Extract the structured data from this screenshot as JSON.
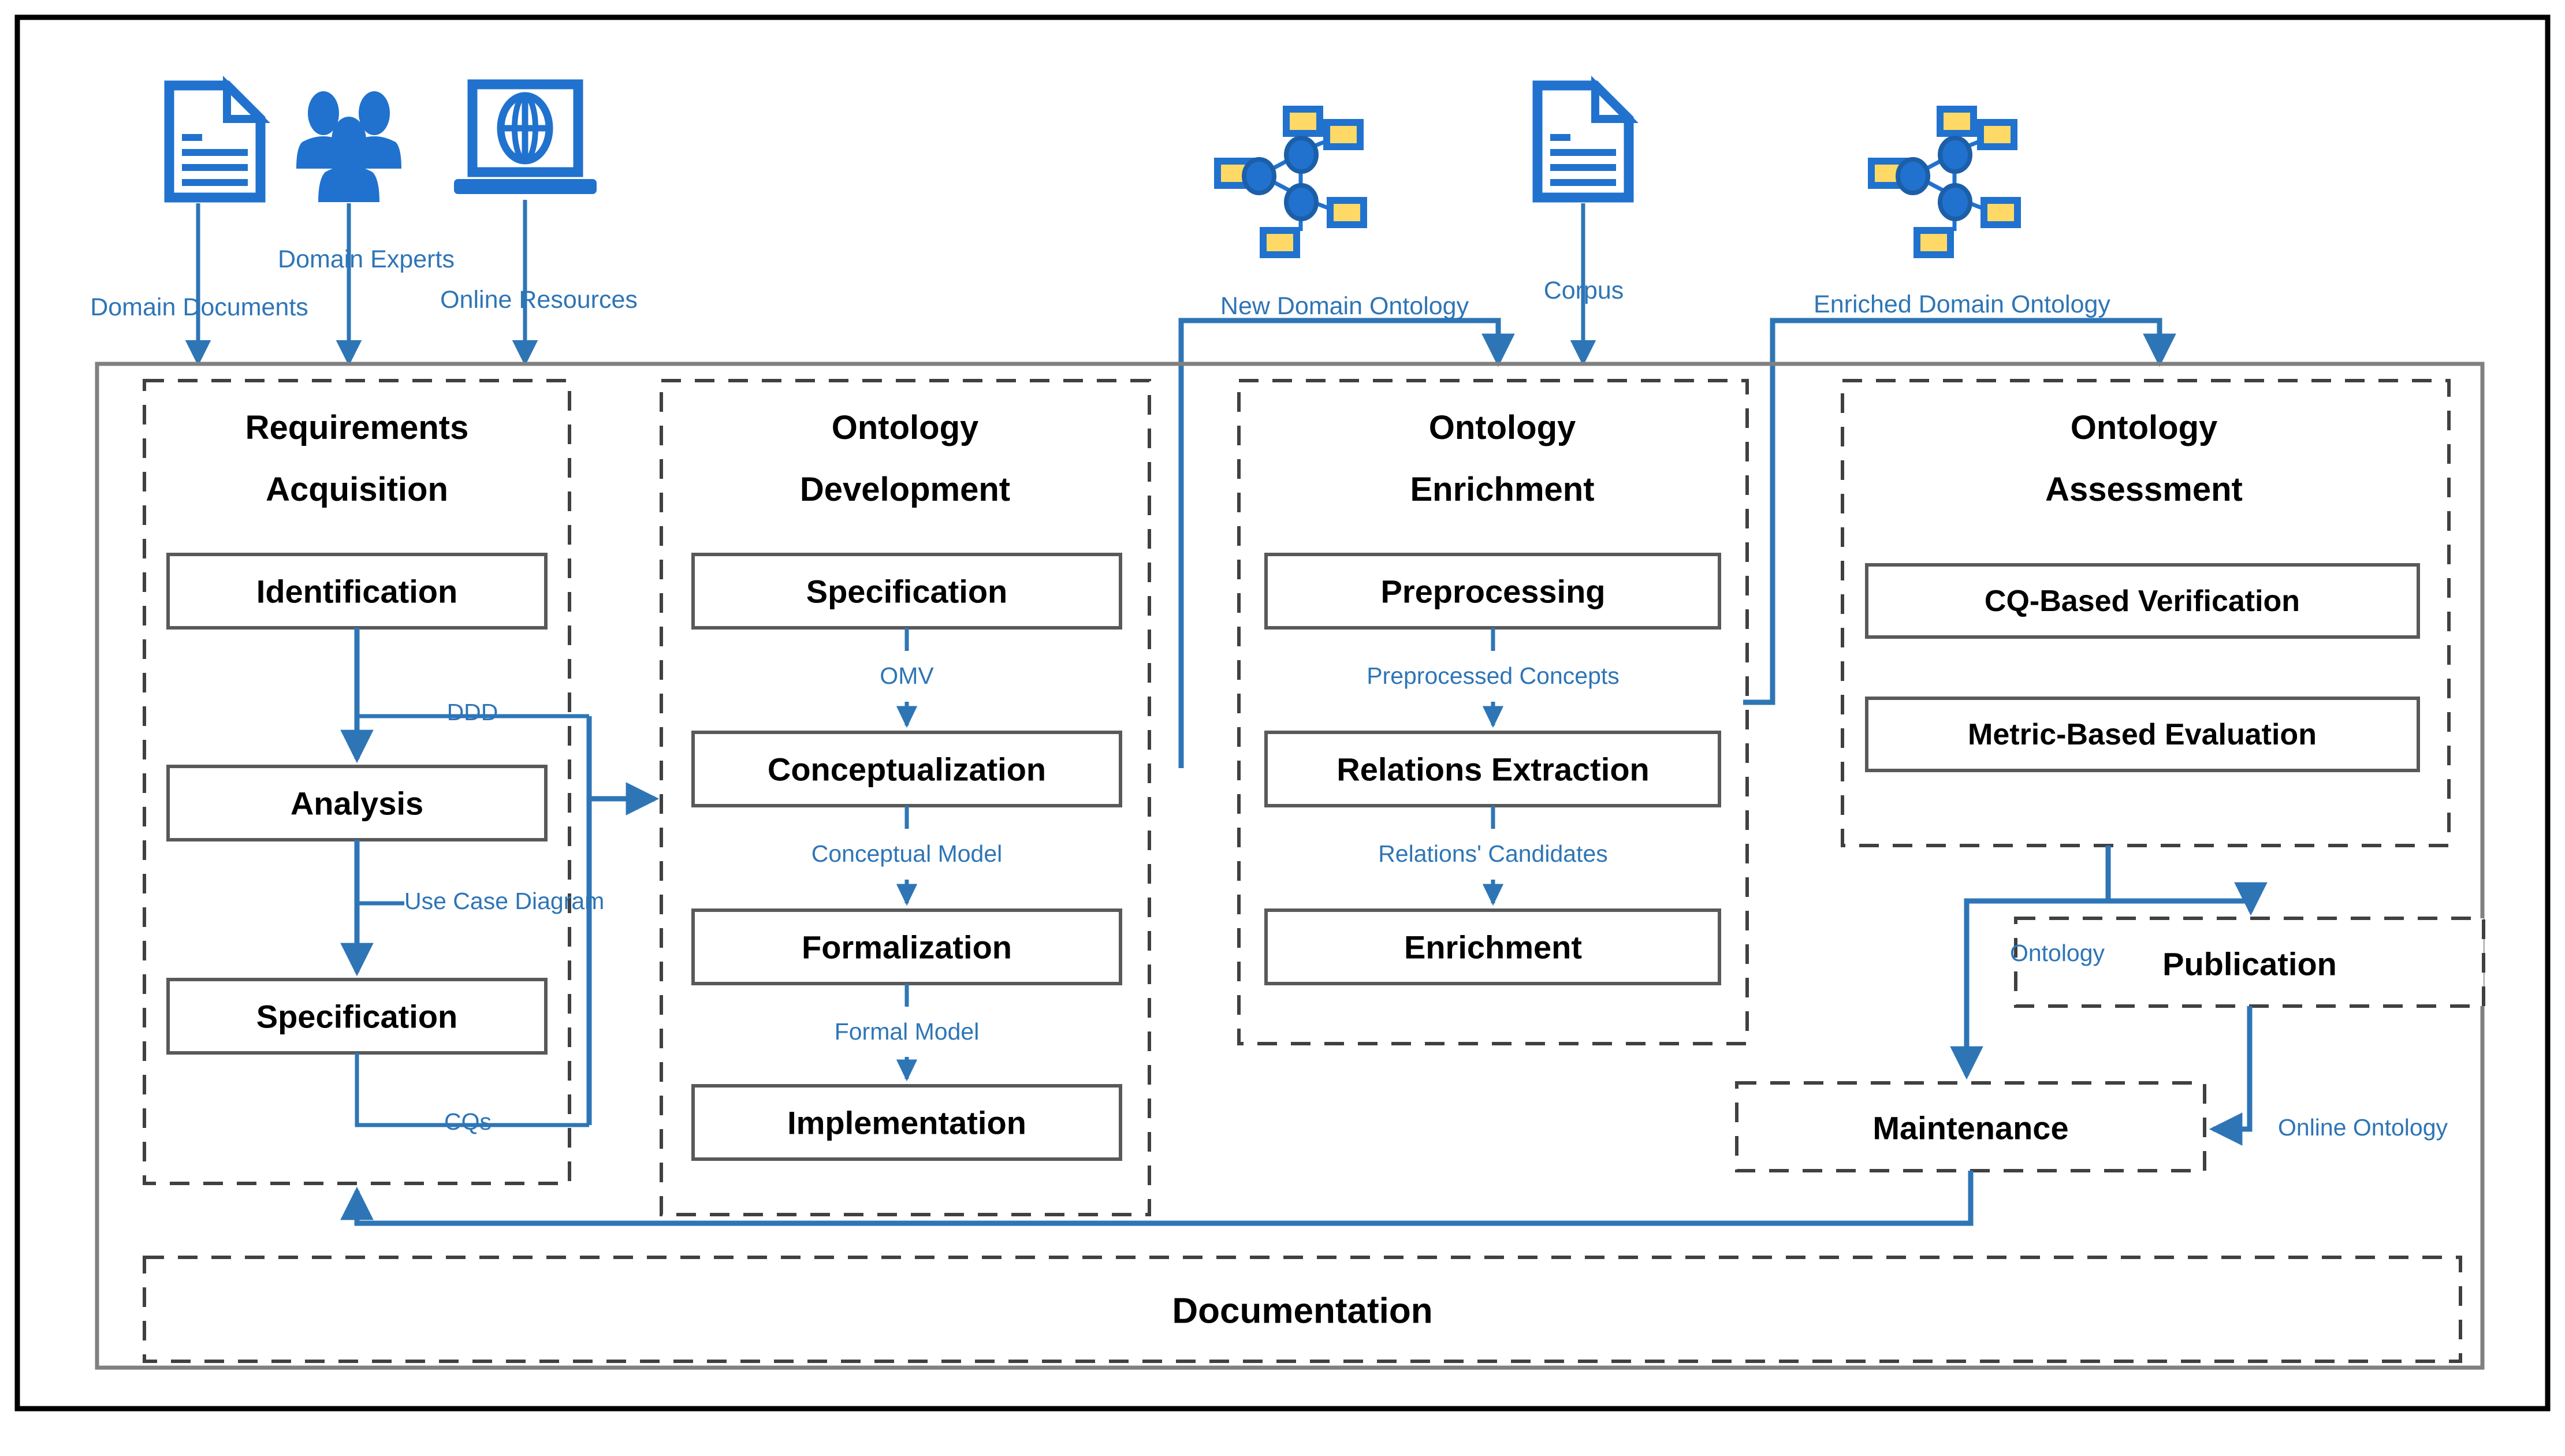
{
  "diagram": {
    "title": "Ontology Engineering Methodology Process Diagram",
    "accent_blue": "#2E75B6",
    "node_yellow": "#FFD966",
    "sources": [
      {
        "id": "domain-documents",
        "label": "Domain Documents",
        "icon": "document-icon"
      },
      {
        "id": "domain-experts",
        "label": "Domain Experts",
        "icon": "people-icon"
      },
      {
        "id": "online-resources",
        "label": "Online Resources",
        "icon": "laptop-globe-icon"
      },
      {
        "id": "new-domain-ontology",
        "label": "New Domain Ontology",
        "icon": "ontology-graph-icon"
      },
      {
        "id": "corpus",
        "label": "Corpus",
        "icon": "document-icon"
      },
      {
        "id": "enriched-domain-ontology",
        "label": "Enriched Domain Ontology",
        "icon": "ontology-graph-icon"
      }
    ],
    "phases": [
      {
        "id": "requirements-acquisition",
        "title_line1": "Requirements",
        "title_line2": "Acquisition",
        "steps": [
          "Identification",
          "Analysis",
          "Specification"
        ]
      },
      {
        "id": "ontology-development",
        "title_line1": "Ontology",
        "title_line2": "Development",
        "steps": [
          "Specification",
          "Conceptualization",
          "Formalization",
          "Implementation"
        ]
      },
      {
        "id": "ontology-enrichment",
        "title_line1": "Ontology",
        "title_line2": "Enrichment",
        "steps": [
          "Preprocessing",
          "Relations Extraction",
          "Enrichment"
        ]
      },
      {
        "id": "ontology-assessment",
        "title_line1": "Ontology",
        "title_line2": "Assessment",
        "steps": [
          "CQ-Based Verification",
          "Metric-Based Evaluation"
        ]
      }
    ],
    "standalone_steps": [
      {
        "id": "publication",
        "label": "Publication"
      },
      {
        "id": "maintenance",
        "label": "Maintenance"
      },
      {
        "id": "documentation",
        "label": "Documentation"
      }
    ],
    "flow_labels": [
      {
        "id": "ddd",
        "label": "DDD"
      },
      {
        "id": "use-case-diagram",
        "label": "Use Case Diagram"
      },
      {
        "id": "cqs",
        "label": "CQs"
      },
      {
        "id": "omv",
        "label": "OMV"
      },
      {
        "id": "conceptual-model",
        "label": "Conceptual Model"
      },
      {
        "id": "formal-model",
        "label": "Formal Model"
      },
      {
        "id": "preprocessed-concepts",
        "label": "Preprocessed Concepts"
      },
      {
        "id": "relations-candidates",
        "label": "Relations' Candidates"
      },
      {
        "id": "ontology",
        "label": "Ontology"
      },
      {
        "id": "online-ontology",
        "label": "Online Ontology"
      }
    ]
  }
}
